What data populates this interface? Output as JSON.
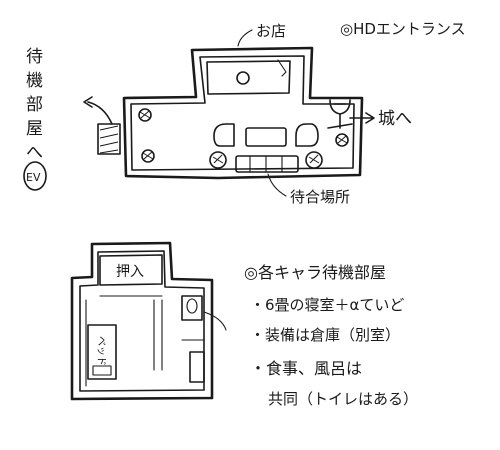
{
  "top_plan": {
    "title": "◎HDエントランス",
    "shop_label": "お店",
    "castle_label": "城へ",
    "waiting_label": "待合場所",
    "left_label_lines": [
      "待",
      "機",
      "部",
      "屋",
      "へ"
    ],
    "ev_label": "EV"
  },
  "bottom_plan": {
    "closet_label": "押入",
    "bed_label": "ベッド",
    "notes": [
      "◎各キャラ待機部屋",
      "・6畳の寝室＋αていど",
      "・装備は倉庫（別室）",
      "・食事、風呂は",
      "共同（トイレはある）"
    ]
  }
}
